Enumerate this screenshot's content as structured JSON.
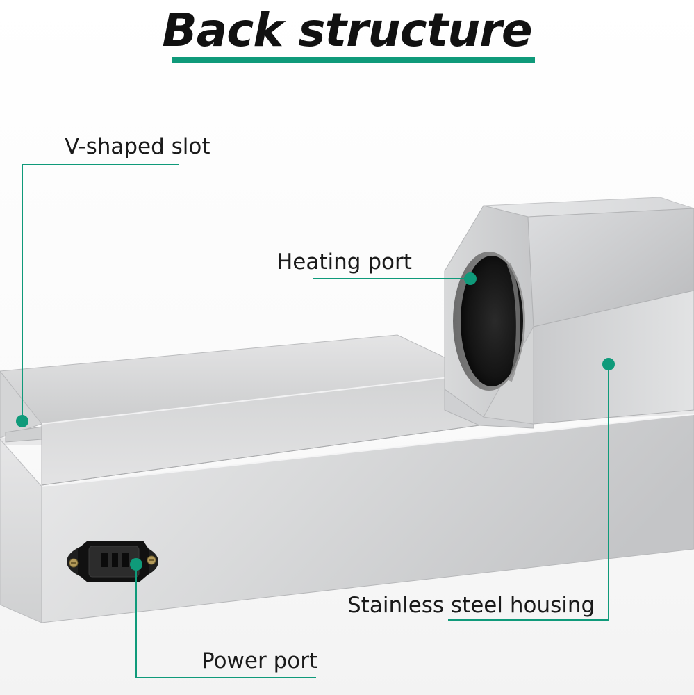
{
  "title": "Back structure",
  "labels": {
    "v_slot": "V-shaped slot",
    "heating_port": "Heating port",
    "housing": "Stainless steel housing",
    "power_port": "Power port"
  },
  "colors": {
    "accent": "#0f9a7a",
    "text": "#1a1a1a"
  }
}
